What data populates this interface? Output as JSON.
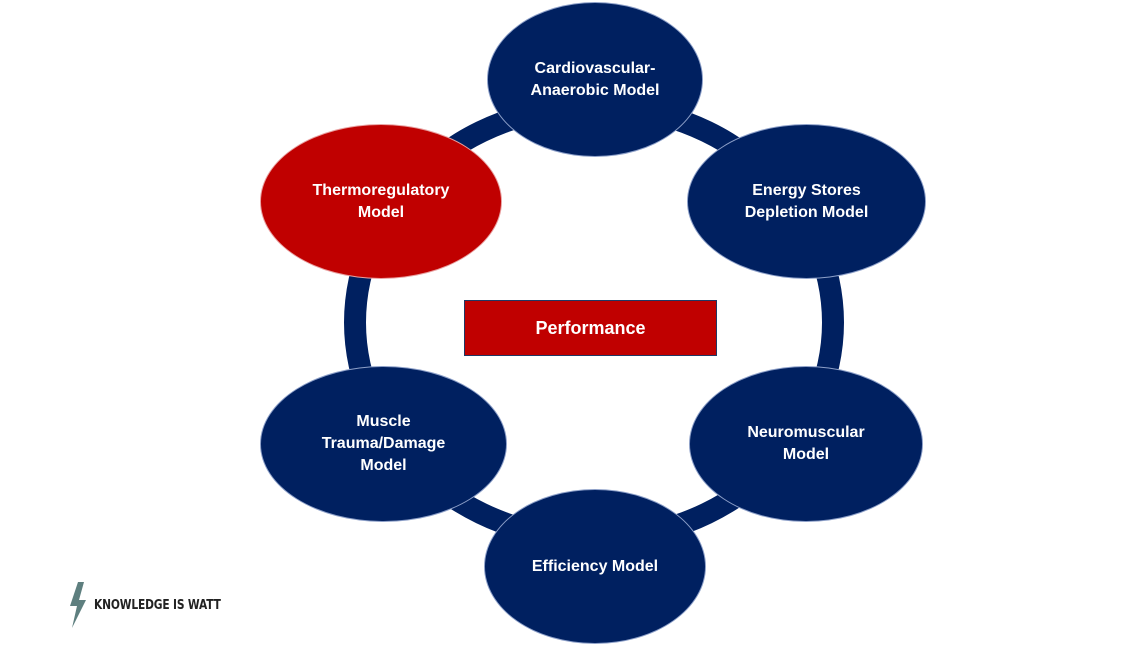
{
  "diagram": {
    "center_label": "Performance",
    "nodes": [
      {
        "label": "Cardiovascular-\nAnaerobic Model",
        "color": "#002060"
      },
      {
        "label": "Energy Stores\nDepletion Model",
        "color": "#002060"
      },
      {
        "label": "Neuromuscular\nModel",
        "color": "#002060"
      },
      {
        "label": "Efficiency Model",
        "color": "#002060"
      },
      {
        "label": "Muscle\nTrauma/Damage\nModel",
        "color": "#002060"
      },
      {
        "label": "Thermoregulatory\nModel",
        "color": "#c00000"
      }
    ],
    "ring_color": "#002060",
    "accent_color": "#c00000"
  },
  "logo": {
    "text": "KNOWLEDGE IS WATT",
    "icon": "lightning-bolt-icon"
  }
}
